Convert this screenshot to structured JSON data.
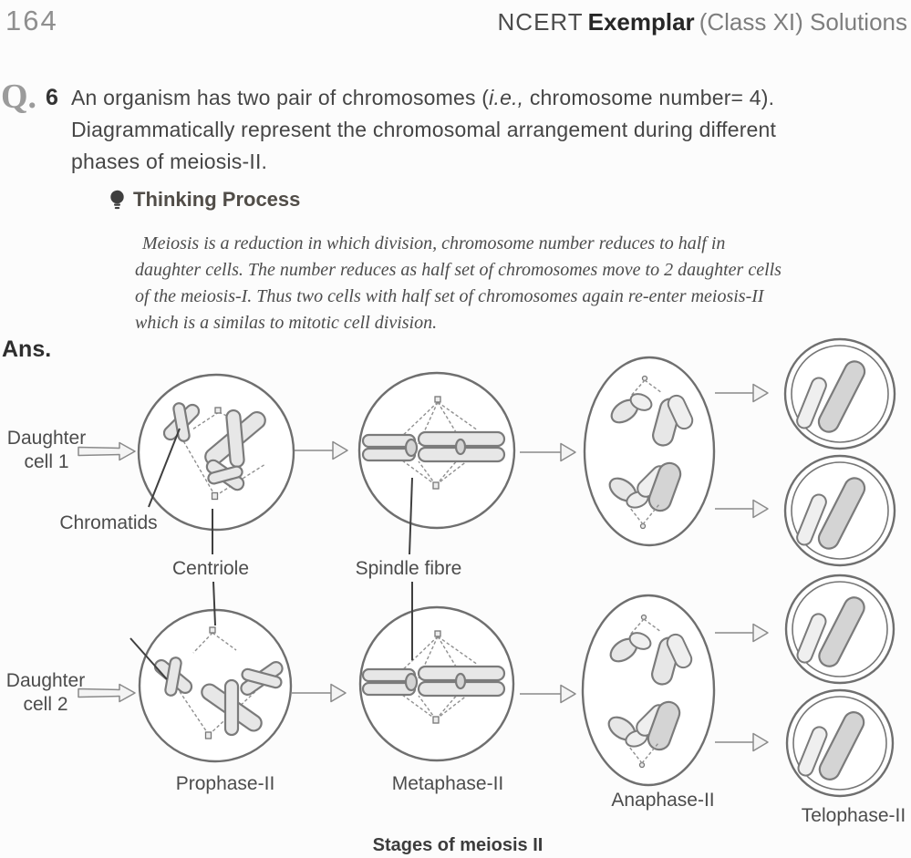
{
  "header": {
    "page_number": "164",
    "brand_pre": "NCERT",
    "brand_bold": "Exemplar",
    "brand_post": "(Class XI) Solutions"
  },
  "question": {
    "label": "Q.",
    "number": "6",
    "line1_pre": "An organism has two pair of chromosomes (",
    "line1_italic": "i.e.,",
    "line1_post": " chromosome number= 4).",
    "line2": "Diagrammatically represent the chromosomal arrangement during different",
    "line3": "phases of meiosis-II."
  },
  "thinking_process": {
    "icon": "bulb-icon",
    "title": "Thinking Process",
    "lines": [
      "Meiosis is a reduction  in which division, chromosome number reduces to half in",
      "daughter cells. The number reduces as half set of chromosomes move to 2 daughter cells",
      "of the meiosis-I. Thus two cells with half set of chromosomes again re-enter meiosis-II",
      "which is a similas  to mitotic cell division."
    ]
  },
  "answer": {
    "label": "Ans."
  },
  "diagram": {
    "labels": {
      "daughter_cell_1_l1": "Daughter",
      "daughter_cell_1_l2": "cell 1",
      "daughter_cell_2_l1": "Daughter",
      "daughter_cell_2_l2": "cell 2",
      "chromatids": "Chromatids",
      "centriole": "Centriole",
      "spindle_fibre": "Spindle fibre",
      "stage_prophase": "Prophase-II",
      "stage_metaphase": "Metaphase-II",
      "stage_anaphase": "Anaphase-II",
      "stage_telophase": "Telophase-II"
    },
    "caption": "Stages of meiosis II",
    "colors": {
      "cell_outline": "#6f6f6f",
      "chromosome_fill": "#e7e7e7",
      "chromosome_stroke": "#7b7b7b",
      "label_ink": "#4c4c4c"
    }
  }
}
